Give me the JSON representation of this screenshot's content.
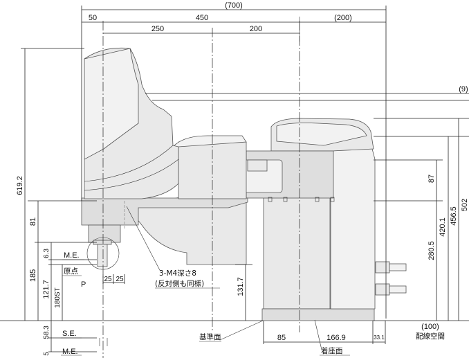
{
  "dimensions": {
    "total_width": "(700)",
    "offset_50": "50",
    "width_450": "450",
    "cable_200": "(200)",
    "arm1_250": "250",
    "arm2_200": "200",
    "right_9": "(9)",
    "height_619_2": "619.2",
    "height_81": "81",
    "height_185": "185",
    "height_6_3": "6.3",
    "height_121_7": "121.7",
    "stroke_180": "180ST",
    "height_58_3": "58.3",
    "height_5": "5",
    "height_131_7": "131.7",
    "width_25a": "25",
    "width_25b": "25",
    "width_85": "85",
    "width_166_9": "166.9",
    "width_33": "33.1",
    "cable_100": "(100)",
    "height_87": "87",
    "height_420_1": "420.1",
    "height_456_5": "456.5",
    "height_502": "502",
    "height_280_5": "280.5"
  },
  "labels": {
    "me_top": "M.E.",
    "origin": "原点",
    "p_mark": "P",
    "se": "S.E.",
    "me_bottom": "M.E.",
    "tap_note": "3-M4深さ8",
    "tap_note_2": "(反対側も同様)",
    "reference_surface": "基準面",
    "seating_surface": "着座面",
    "wiring_space": "配線空間"
  }
}
